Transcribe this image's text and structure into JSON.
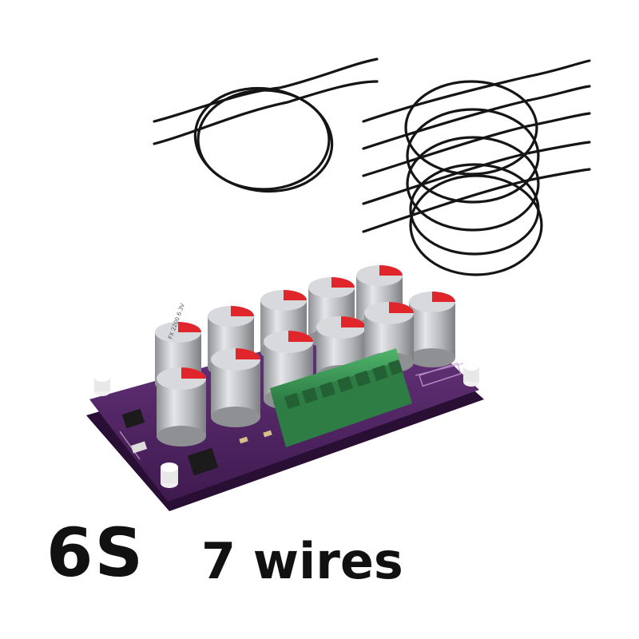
{
  "product": {
    "cell_config": "6S",
    "wire_count": "7 wires",
    "capacitor_marking": "FX 2200 6.3V"
  },
  "colors": {
    "wire": "#151515",
    "pcb": "#5a2a6e",
    "terminal_block": "#3a9c55",
    "capacitor_body": "#b9bbbf",
    "capacitor_top": "#e0262b",
    "caption": "#111111"
  }
}
